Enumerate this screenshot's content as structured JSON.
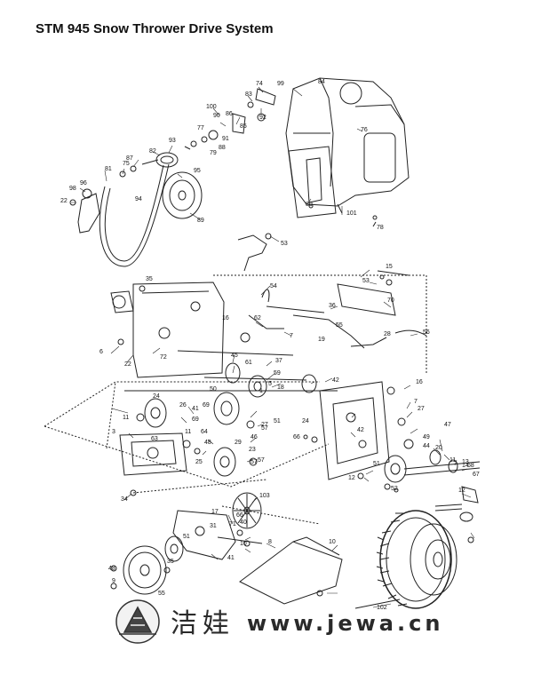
{
  "title": "STM 945 Snow Thrower Drive System",
  "watermark": {
    "chinese": "洁娃",
    "url": "www.jewa.cn",
    "color": "#2b2b2b"
  },
  "part_numbers": [
    "74",
    "99",
    "84",
    "83",
    "100",
    "90",
    "86",
    "92",
    "85",
    "77",
    "76",
    "91",
    "93",
    "88",
    "79",
    "82",
    "94",
    "75",
    "95",
    "81",
    "87",
    "96",
    "98",
    "22",
    "89",
    "80",
    "101",
    "78",
    "53",
    "35",
    "15",
    "53",
    "54",
    "70",
    "16",
    "62",
    "36",
    "7",
    "56",
    "55",
    "19",
    "28",
    "6",
    "22",
    "72",
    "45",
    "61",
    "37",
    "59",
    "5",
    "50",
    "18",
    "69",
    "1",
    "42",
    "16",
    "24",
    "26",
    "11",
    "57",
    "57",
    "66",
    "27",
    "51",
    "24",
    "63",
    "41",
    "69",
    "11",
    "3",
    "64",
    "48",
    "25",
    "23",
    "29",
    "46",
    "51",
    "49",
    "20",
    "11",
    "13",
    "68",
    "67",
    "47",
    "57",
    "12",
    "52",
    "12",
    "103",
    "34",
    "17",
    "66",
    "51",
    "40",
    "41",
    "10",
    "71",
    "10",
    "35",
    "48",
    "55",
    "102",
    "14",
    "27",
    "42",
    "44",
    "7",
    "8",
    "31",
    "9"
  ]
}
